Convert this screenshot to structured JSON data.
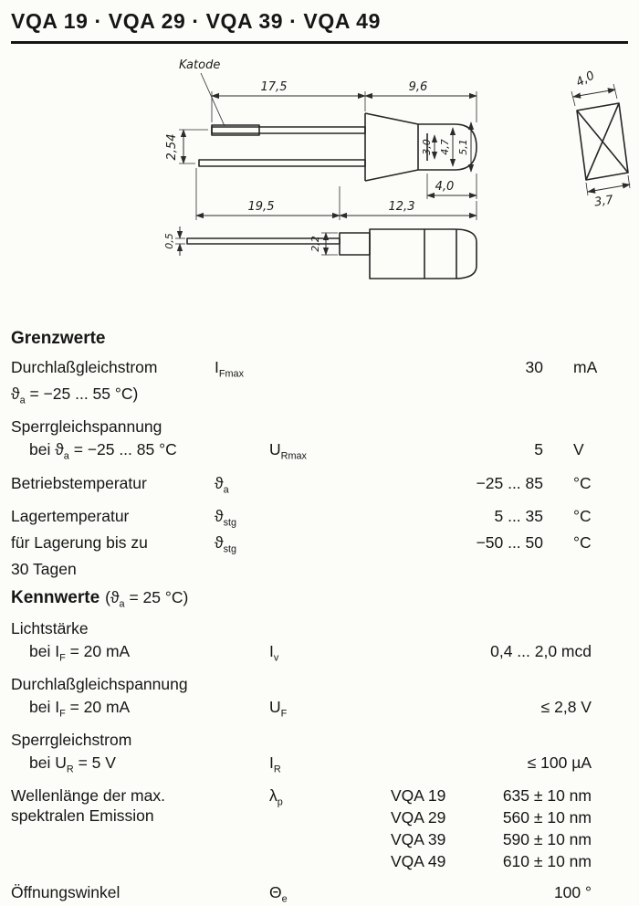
{
  "title": "VQA 19 · VQA 29 · VQA 39 · VQA 49",
  "drawing": {
    "katode": "Katode",
    "dims": {
      "lead_len": "17,5",
      "body_len": "9,6",
      "face_w": "4,0",
      "pitch": "2,54",
      "d30": "3,0",
      "d47": "4,7",
      "d51": "5,1",
      "d40": "4,0",
      "d195": "19,5",
      "d123": "12,3",
      "d05": "0,5",
      "d22": "2,2",
      "d37": "3,7"
    }
  },
  "grenzwerte": {
    "heading": "Grenzwerte",
    "durchlass": {
      "label": "Durchlaßgleichstrom",
      "cond_pre": "ϑ",
      "cond_sub": "a",
      "cond_post": " = −25 ... 55 °C)",
      "sym": "I",
      "sym_sub": "Fmax",
      "value": "30",
      "unit": "mA"
    },
    "sperr": {
      "label": "Sperrgleichspannung",
      "cond_pre": "bei ϑ",
      "cond_sub": "a",
      "cond_post": " = −25 ... 85 °C",
      "sym": "U",
      "sym_sub": "Rmax",
      "value": "5",
      "unit": "V"
    },
    "betrieb": {
      "label": "Betriebstemperatur",
      "sym": "ϑ",
      "sym_sub": "a",
      "value": "−25 ... 85",
      "unit": "°C"
    },
    "lager": {
      "label": "Lagertemperatur",
      "sym": "ϑ",
      "sym_sub": "stg",
      "value": "5 ... 35",
      "unit": "°C",
      "label2": "für Lagerung bis zu",
      "sym2": "ϑ",
      "sym2_sub": "stg",
      "value2": "−50 ... 50",
      "unit2": "°C",
      "label3": "30 Tagen"
    }
  },
  "kennwerte": {
    "heading": "Kennwerte",
    "cond_pre": "(ϑ",
    "cond_sub": "a",
    "cond_post": " = 25 °C)",
    "licht": {
      "label": "Lichtstärke",
      "cond_pre": "bei I",
      "cond_sub": "F",
      "cond_post": " = 20 mA",
      "sym": "I",
      "sym_sub": "v",
      "value": "0,4 ... 2,0 mcd"
    },
    "durchlass_spg": {
      "label": "Durchlaßgleichspannung",
      "cond_pre": "bei I",
      "cond_sub": "F",
      "cond_post": " = 20 mA",
      "sym": "U",
      "sym_sub": "F",
      "value": "≤ 2,8 V"
    },
    "sperrstrom": {
      "label": "Sperrgleichstrom",
      "cond_pre": "bei U",
      "cond_sub": "R",
      "cond_post": " = 5 V",
      "sym": "I",
      "sym_sub": "R",
      "value": "≤ 100 µA"
    },
    "wellenlaenge": {
      "label1": "Wellenlänge der max.",
      "label2": "spektralen Emission",
      "sym": "λ",
      "sym_sub": "p",
      "variants": [
        {
          "name": "VQA 19",
          "value": "635 ± 10 nm"
        },
        {
          "name": "VQA 29",
          "value": "560 ± 10 nm"
        },
        {
          "name": "VQA 39",
          "value": "590 ± 10 nm"
        },
        {
          "name": "VQA 49",
          "value": "610 ± 10 nm"
        }
      ]
    },
    "oeffnung": {
      "label": "Öffnungswinkel",
      "sym": "Θ",
      "sym_sub": "e",
      "value": "100 °"
    }
  }
}
